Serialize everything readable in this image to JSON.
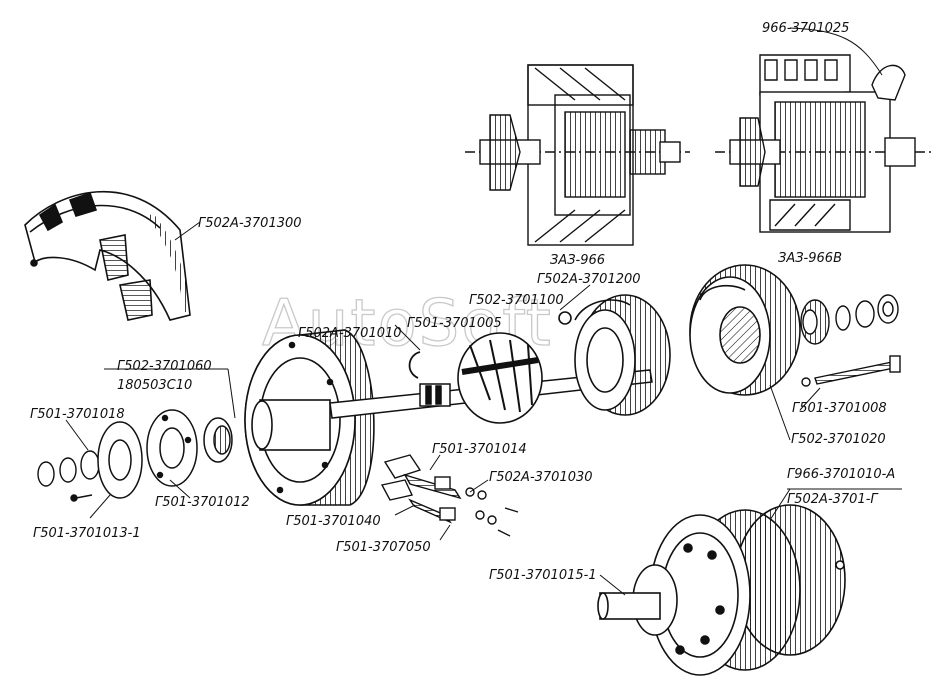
{
  "watermark": "AutoSoft",
  "parts": {
    "p1": "Г502А-3701300",
    "p2": "966-3701025",
    "p3": "ЗАЗ-966",
    "p4": "ЗАЗ-966В",
    "p5": "Г502А-3701200",
    "p6": "Г502-3701100",
    "p7": "Г502А-3701010",
    "p8": "Г501-3701005",
    "p9": "Г502-3701060",
    "p10": "180503С10",
    "p11": "Г501-3701018",
    "p12": "Г501-3701012",
    "p13": "Г501-3701013-1",
    "p14": "Г501-3701014",
    "p15": "Г502А-3701030",
    "p16": "Г501-3701040",
    "p17": "Г501-3707050",
    "p18": "Г501-3701008",
    "p19": "Г502-3701020",
    "p20": "Г966-3701010-А",
    "p21": "Г502А-3701-Г",
    "p22": "Г501-3701015-1"
  }
}
